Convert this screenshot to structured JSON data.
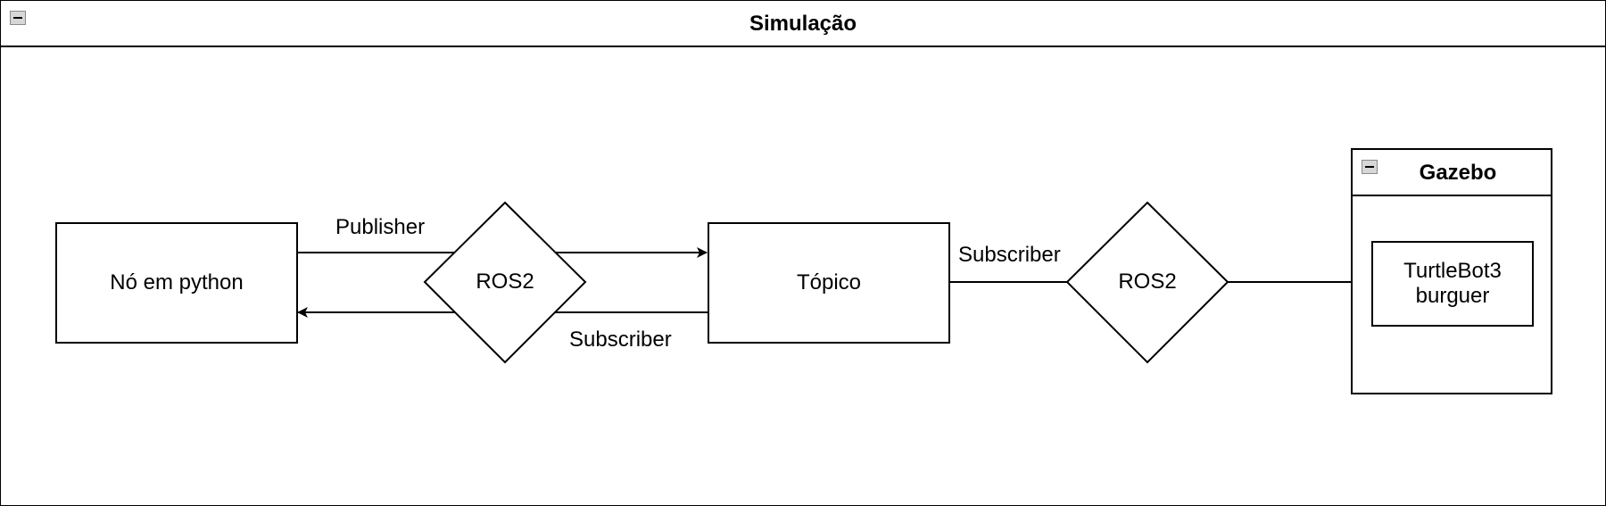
{
  "frame": {
    "title": "Simulação"
  },
  "nodes": {
    "python_node": "Nó em python",
    "topic": "Tópico",
    "ros2_left": "ROS2",
    "ros2_right": "ROS2",
    "turtlebot": "TurtleBot3 burguer"
  },
  "gazebo": {
    "title": "Gazebo"
  },
  "edges": {
    "publisher": "Publisher",
    "subscriber_bottom": "Subscriber",
    "subscriber_right": "Subscriber"
  }
}
